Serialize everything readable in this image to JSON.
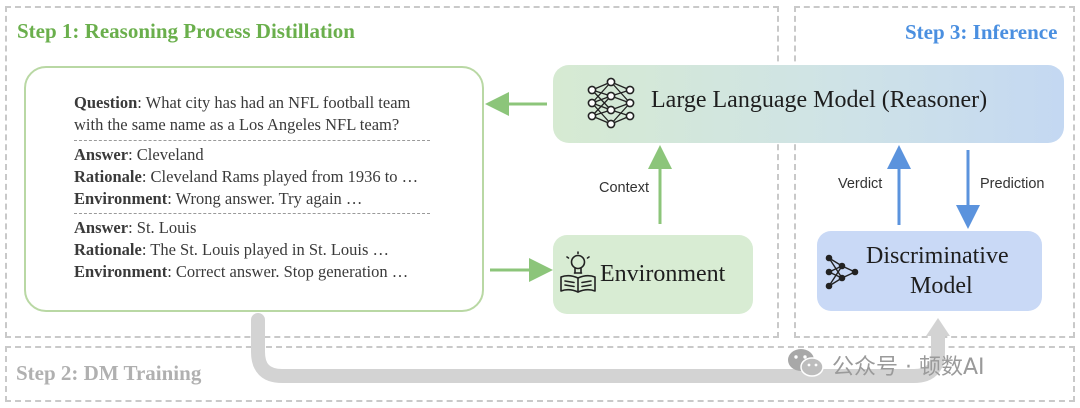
{
  "steps": {
    "step1": "Step 1: Reasoning Process Distillation",
    "step2": "Step 2: DM Training",
    "step3": "Step 3: Inference"
  },
  "colors": {
    "green": "#6aaf4c",
    "blue": "#4a8fe0",
    "grey": "#b5b5b5"
  },
  "qa": {
    "question_label": "Question",
    "question_text_1": ": What city has had an NFL football team",
    "question_text_2": "with the same name as a Los Angeles NFL team?",
    "answer1_label": "Answer",
    "answer1_text": ": Cleveland",
    "rationale1_label": "Rationale",
    "rationale1_text": ": Cleveland Rams played from 1936 to …",
    "environment1_label": "Environment",
    "environment1_text": ": Wrong answer. Try again …",
    "answer2_label": "Answer",
    "answer2_text": ": St. Louis",
    "rationale2_label": "Rationale",
    "rationale2_text": ": The St. Louis played in St. Louis …",
    "environment2_label": "Environment",
    "environment2_text": ": Correct answer. Stop generation …"
  },
  "nodes": {
    "llm": "Large Language Model (Reasoner)",
    "environment": "Environment",
    "dm_line1": "Discriminative",
    "dm_line2": "Model"
  },
  "edge_labels": {
    "context": "Context",
    "verdict": "Verdict",
    "prediction": "Prediction"
  },
  "icons": {
    "llm": "neural-network-icon",
    "environment": "book-lightbulb-icon",
    "dm": "neural-network-small-icon"
  },
  "watermark": "公众号 · 顿数AI"
}
